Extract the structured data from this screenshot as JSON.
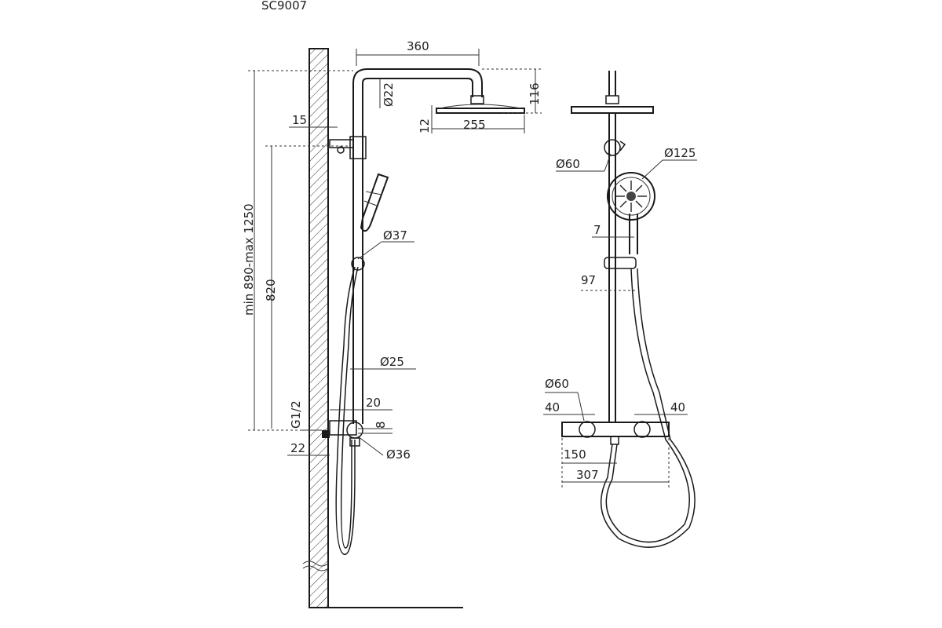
{
  "title": "SC9007",
  "side_view": {
    "dimensions": {
      "arm_length": "360",
      "head_height": "116",
      "pipe_diameter_top": "Ø22",
      "head_thickness": "12",
      "head_width": "255",
      "wall_offset_top": "15",
      "rail_height": "820",
      "total_height": "min 890-max 1250",
      "holder_diameter": "Ø37",
      "pipe_diameter": "Ø25",
      "mixer_offset": "20",
      "thread": "G1/2",
      "mixer_height": "8",
      "wall_gap": "22",
      "outlet_diameter": "Ø36"
    }
  },
  "front_view": {
    "dimensions": {
      "bracket_diameter": "Ø60",
      "hand_shower_diameter": "Ø125",
      "holder_offset": "7",
      "rail_spacing": "97",
      "knob_diameter": "Ø60",
      "knob_left_width": "40",
      "knob_right_width": "40",
      "center_spacing": "150",
      "mixer_width": "307"
    }
  }
}
